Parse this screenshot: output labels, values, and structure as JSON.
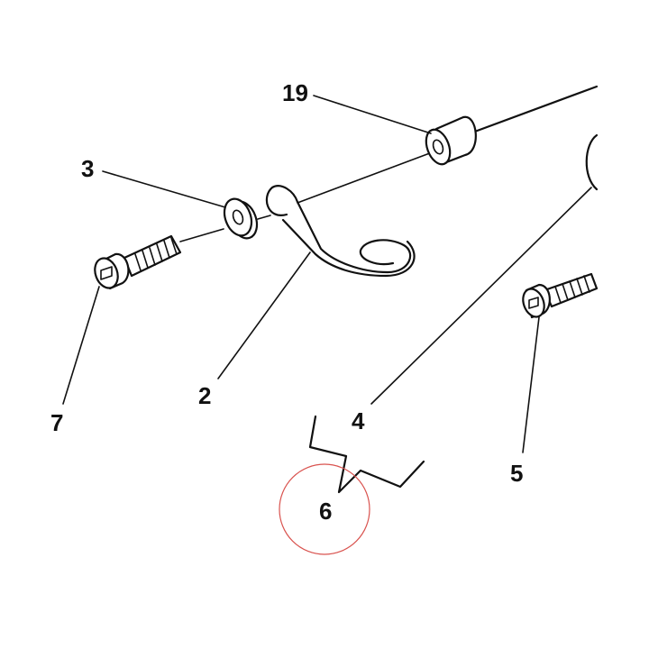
{
  "callouts": {
    "c19": "19",
    "c3": "3",
    "c7": "7",
    "c2": "2",
    "c4": "4",
    "c5": "5",
    "c6": "6"
  },
  "colors": {
    "ink": "#111111",
    "highlight_circle": "#d9534f",
    "background": "#ffffff"
  },
  "icons": {
    "screw_left": "socket-head-screw-icon",
    "screw_right": "socket-head-screw-icon",
    "washer": "washer-icon",
    "bushing": "bushing-icon",
    "spring": "spring-icon"
  }
}
